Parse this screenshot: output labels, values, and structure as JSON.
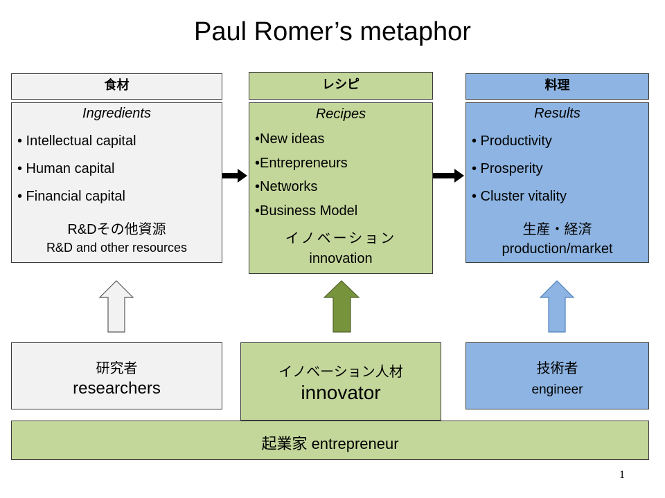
{
  "title": "Paul Romer’s metaphor",
  "ingredients": {
    "header": "食材",
    "subtitle": "Ingredients",
    "items": [
      "• Intellectual capital",
      "•  Human capital",
      "•  Financial capital"
    ],
    "jp_label": "R&Dその他資源",
    "en_label": "R&D and other resources"
  },
  "recipes": {
    "header": "レシピ",
    "subtitle": "Recipes",
    "items": [
      "•New ideas",
      "•Entrepreneurs",
      "•Networks",
      "•Business Model"
    ],
    "jp_label": "イノベーション",
    "en_label": "innovation"
  },
  "results": {
    "header": "料理",
    "subtitle": "Results",
    "items": [
      "• Productivity",
      "•  Prosperity",
      "•  Cluster vitality"
    ],
    "jp_label": "生産・経済",
    "en_label": "production/market"
  },
  "actors": {
    "researchers": {
      "jp": "研究者",
      "en": "researchers"
    },
    "innovator": {
      "jp": "イノベーション人材",
      "en": "innovator"
    },
    "engineer": {
      "jp": "技術者",
      "en": "engineer"
    }
  },
  "base": {
    "label": "起業家 entrepreneur"
  },
  "page_number": "1",
  "colors": {
    "gray_fill": "#f2f2f2",
    "green_fill": "#c4d79b",
    "blue_fill": "#8db4e2",
    "dark_green_arrow": "#77933c",
    "blue_arrow": "#8db4e2",
    "border": "#3a3a3a"
  }
}
